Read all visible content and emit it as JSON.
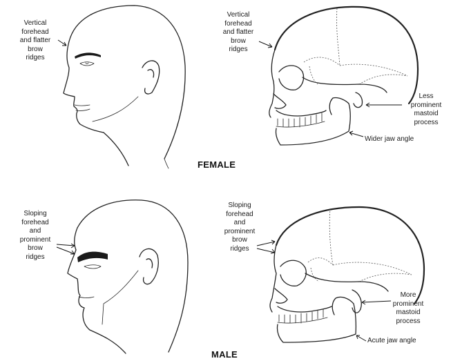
{
  "captions": {
    "female": "FEMALE",
    "male": "MALE"
  },
  "labels": {
    "female_head_forehead": "Vertical\nforehead\nand flatter\nbrow\nridges",
    "female_skull_forehead": "Vertical\nforehead\nand flatter\nbrow\nridges",
    "female_mastoid": "Less\nprominent\nmastoid\nprocess",
    "female_jaw": "Wider jaw angle",
    "male_head_forehead": "Sloping\nforehead\nand\nprominent\nbrow\nridges",
    "male_skull_forehead": "Sloping\nforehead\nand\nprominent\nbrow\nridges",
    "male_mastoid": "More\nprominent\nmastoid\nprocess",
    "male_jaw": "Acute jaw angle"
  }
}
